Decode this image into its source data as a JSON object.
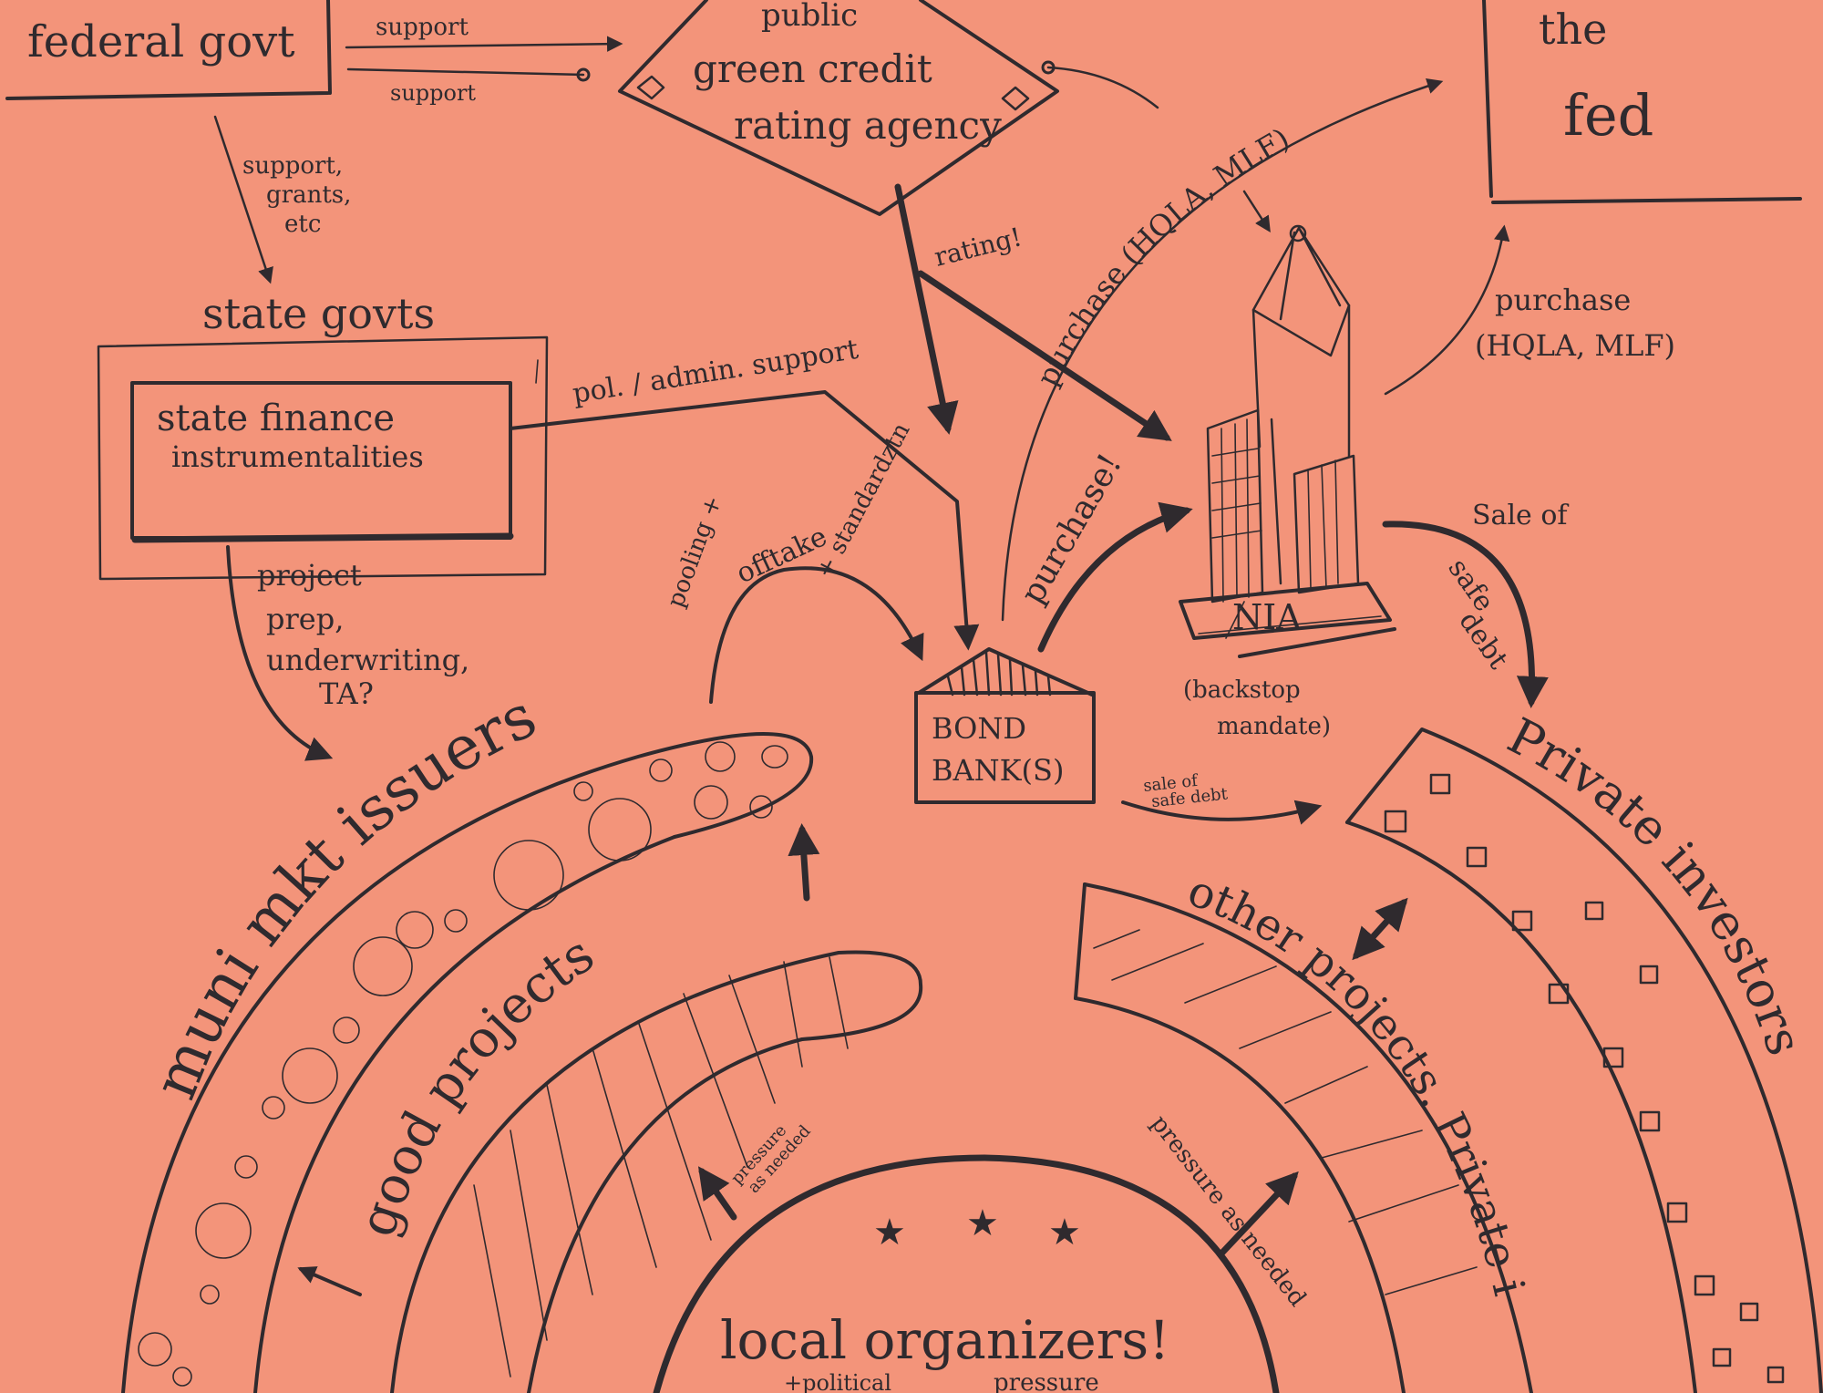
{
  "nodes": {
    "federal_govt": "federal govt",
    "rating_agency": [
      "public",
      "green credit",
      "rating agency"
    ],
    "the_fed": [
      "the",
      "fed"
    ],
    "state_govts": "state govts",
    "state_finance": [
      "state finance",
      "instrumentalities"
    ],
    "bond_bank": [
      "BOND",
      "BANK(S)"
    ],
    "nia": "NIA",
    "nia_note": [
      "(backstop",
      "mandate)"
    ],
    "muni_issuers": "muni mkt issuers",
    "good_projects": "good projects",
    "private_investors": "Private investors",
    "other_projects": "other projects. Private inv.",
    "local_organizers": "local organizers!",
    "local_sub_left": "+political",
    "local_sub_right": "pressure"
  },
  "edges": {
    "support_1": "support",
    "support_2": "support",
    "support_grants": [
      "support,",
      "grants,",
      "etc"
    ],
    "rating": "rating!",
    "purchase_top": "purchase (HQLA, MLF)",
    "purchase_right": [
      "purchase",
      "(HQLA, MLF)"
    ],
    "pol_admin": "pol. / admin. support",
    "project_prep": [
      "project",
      "prep,",
      "underwriting,",
      "TA?"
    ],
    "pooling_1": "pooling +",
    "pooling_2": "offtake",
    "pooling_3": "+ standardztn",
    "purchase_nia": "purchase!",
    "sale_safe_debt": [
      "Sale of",
      "safe",
      "debt"
    ],
    "sale_small": [
      "sale of",
      "safe debt"
    ],
    "pressure_left": [
      "pressure",
      "as needed"
    ],
    "pressure_right": "pressure as needed"
  }
}
